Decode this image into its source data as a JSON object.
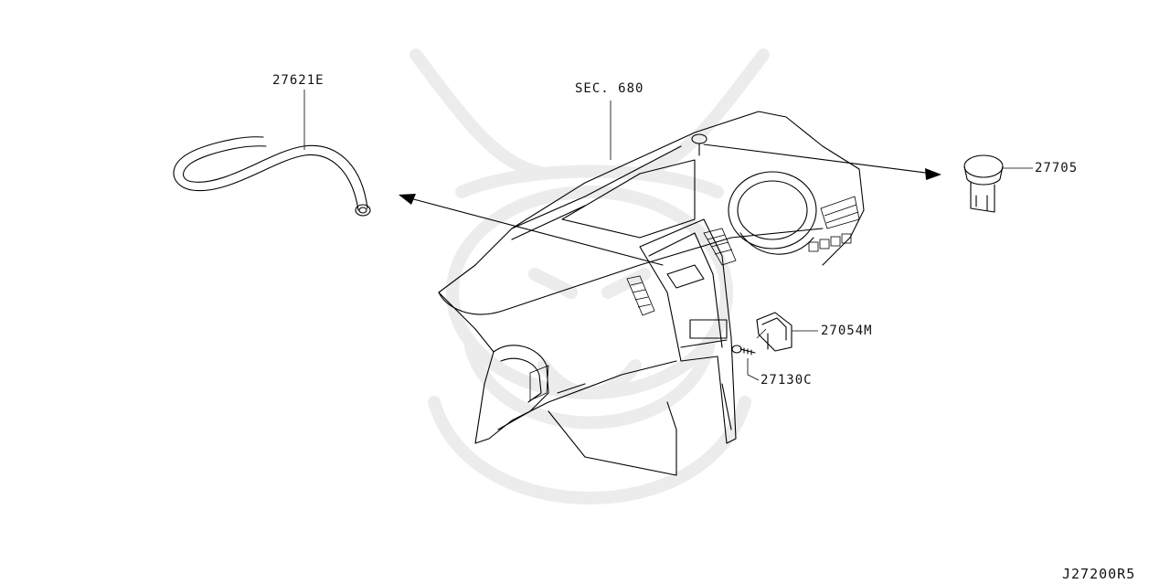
{
  "diagram": {
    "labels": {
      "hose": "27621E",
      "section_ref": "SEC. 680",
      "sensor": "27705",
      "bracket": "27054M",
      "screw": "27130C",
      "figure_code": "J27200R5"
    }
  },
  "colors": {
    "line": "#000000",
    "background": "#ffffff",
    "watermark": "#efefef"
  },
  "icons": [
    "samurai-helmet-watermark"
  ]
}
